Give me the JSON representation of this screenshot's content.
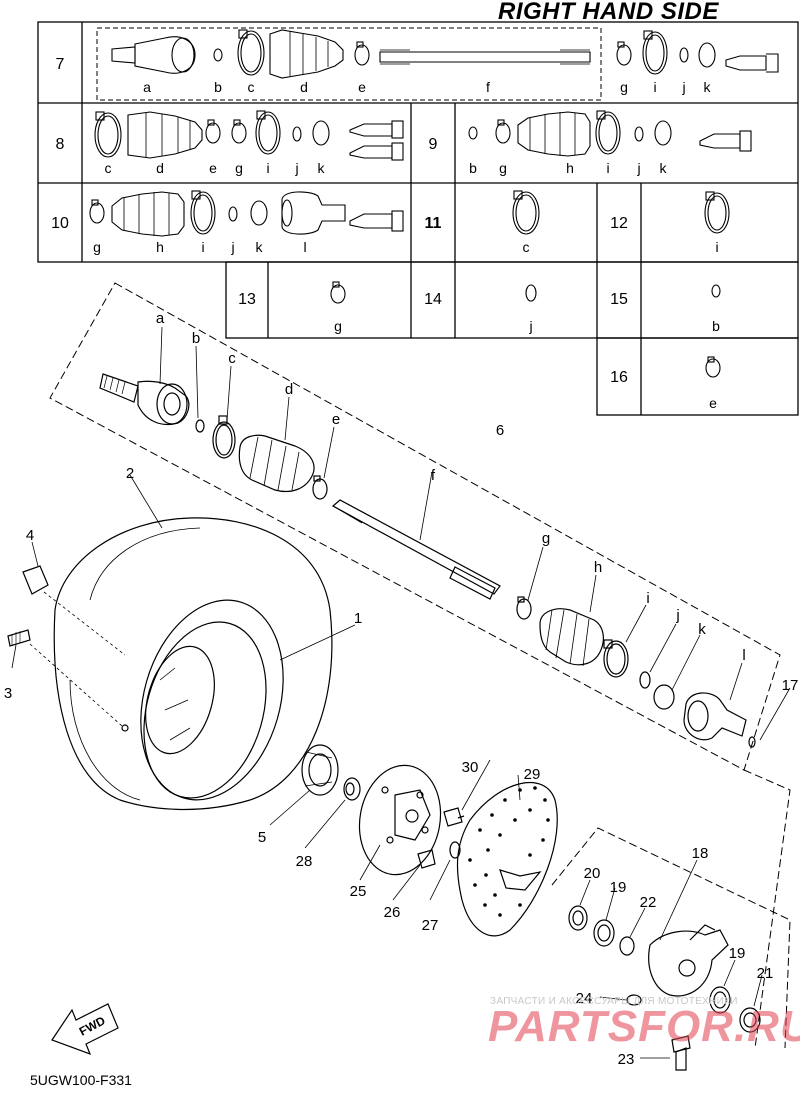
{
  "title": "RIGHT HAND SIDE",
  "diagram_code": "5UGW100-F331",
  "watermark": {
    "line1": "ЗАПЧАСТИ И АКСЕССУАРЫ ДЛЯ МОТОТЕХНИКИ",
    "line2": "PARTSFOR.RU"
  },
  "fwd_label": "FWD",
  "kit_table": [
    {
      "num": "7",
      "parts": [
        "a",
        "b",
        "c",
        "d",
        "e",
        "f",
        "g",
        "i",
        "j",
        "k"
      ]
    },
    {
      "num": "8",
      "parts": [
        "c",
        "d",
        "e",
        "g",
        "i",
        "j",
        "k"
      ]
    },
    {
      "num": "9",
      "parts": [
        "b",
        "g",
        "h",
        "i",
        "j",
        "k"
      ]
    },
    {
      "num": "10",
      "parts": [
        "g",
        "h",
        "i",
        "j",
        "k",
        "l"
      ]
    },
    {
      "num": "11",
      "parts": [
        "c"
      ]
    },
    {
      "num": "12",
      "parts": [
        "i"
      ]
    },
    {
      "num": "13",
      "parts": [
        "g"
      ]
    },
    {
      "num": "14",
      "parts": [
        "j"
      ]
    },
    {
      "num": "15",
      "parts": [
        "b"
      ]
    },
    {
      "num": "16",
      "parts": [
        "e"
      ]
    }
  ],
  "shaft_letters": [
    "a",
    "b",
    "c",
    "d",
    "e",
    "f",
    "g",
    "h",
    "i",
    "j",
    "k",
    "l"
  ],
  "callouts": [
    "1",
    "2",
    "3",
    "4",
    "5",
    "6",
    "17",
    "18",
    "19",
    "19",
    "20",
    "21",
    "22",
    "23",
    "24",
    "25",
    "26",
    "27",
    "28",
    "29",
    "30"
  ]
}
